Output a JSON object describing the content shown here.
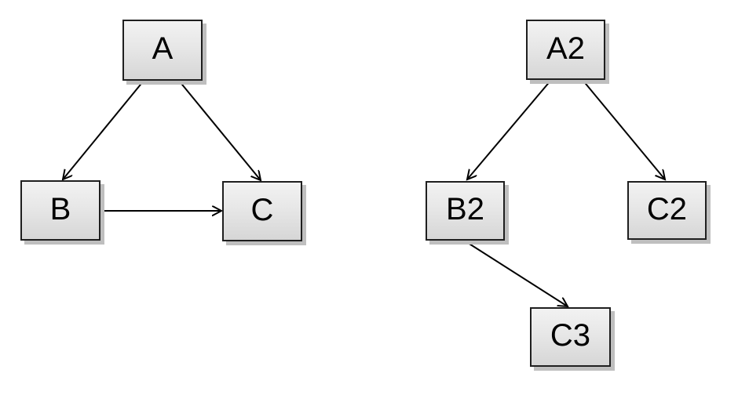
{
  "diagram": {
    "background_color": "#ffffff",
    "node_style": {
      "fill_top": "#f2f2f2",
      "fill_bottom": "#d6d6d6",
      "border_color": "#1f1f1f",
      "shadow_color": "#bfbfbf",
      "text_color": "#000000",
      "edge_color": "#000000",
      "arrowhead": "open-stick"
    },
    "graphs": [
      {
        "name": "left-graph",
        "nodes": [
          {
            "id": "A",
            "label": "A"
          },
          {
            "id": "B",
            "label": "B"
          },
          {
            "id": "C",
            "label": "C"
          }
        ],
        "edges": [
          {
            "from": "A",
            "to": "B"
          },
          {
            "from": "A",
            "to": "C"
          },
          {
            "from": "B",
            "to": "C"
          }
        ]
      },
      {
        "name": "right-graph",
        "nodes": [
          {
            "id": "A2",
            "label": "A2"
          },
          {
            "id": "B2",
            "label": "B2"
          },
          {
            "id": "C2",
            "label": "C2"
          },
          {
            "id": "C3",
            "label": "C3"
          }
        ],
        "edges": [
          {
            "from": "A2",
            "to": "B2"
          },
          {
            "from": "A2",
            "to": "C2"
          },
          {
            "from": "B2",
            "to": "C3"
          }
        ]
      }
    ]
  }
}
